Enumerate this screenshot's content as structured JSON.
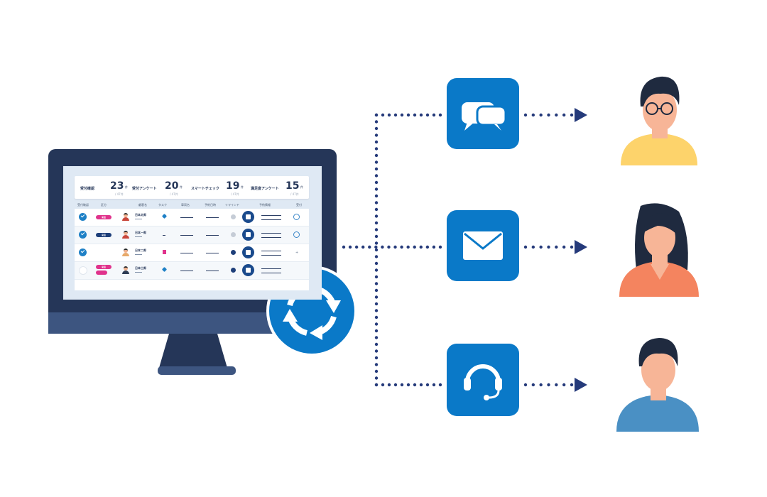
{
  "dashboard": {
    "stats": [
      {
        "label": "受付確認",
        "count": "23",
        "unit": "件",
        "total": "/ 47件"
      },
      {
        "label": "受付アンケート",
        "count": "20",
        "unit": "件",
        "total": "/ 47件"
      },
      {
        "label": "スマートチェック",
        "count": "19",
        "unit": "件",
        "total": "/ 47件"
      },
      {
        "label": "満足度アンケート",
        "count": "15",
        "unit": "件",
        "total": "/ 47件"
      }
    ],
    "columns": [
      "受付確認",
      "区分",
      "顧客名",
      "タスク",
      "車両名",
      "予約日時",
      "リマインド",
      "予約情報",
      "受付"
    ],
    "rows": [
      {
        "checked": true,
        "status": "来店",
        "name": "日本太郎"
      },
      {
        "checked": true,
        "status": "来店",
        "name": "日本一郎"
      },
      {
        "checked": true,
        "status": "",
        "name": "日本二郎"
      },
      {
        "checked": false,
        "status": "来店",
        "name": "日本三郎"
      }
    ]
  },
  "colors": {
    "monitor_frame": "#253658",
    "monitor_stand": "#3d5580",
    "channel_blue": "#0a79c8",
    "sync_blue": "#0a79c8",
    "arrow": "#253a7a",
    "pill_pink": "#e0338c",
    "pill_navy": "#1e3f7a"
  },
  "icons": {
    "sync": "sync-arrows-icon",
    "channels": [
      "chat-bubbles-icon",
      "envelope-icon",
      "headset-icon"
    ],
    "people": [
      "man-glasses-avatar",
      "woman-avatar",
      "man-avatar"
    ]
  }
}
